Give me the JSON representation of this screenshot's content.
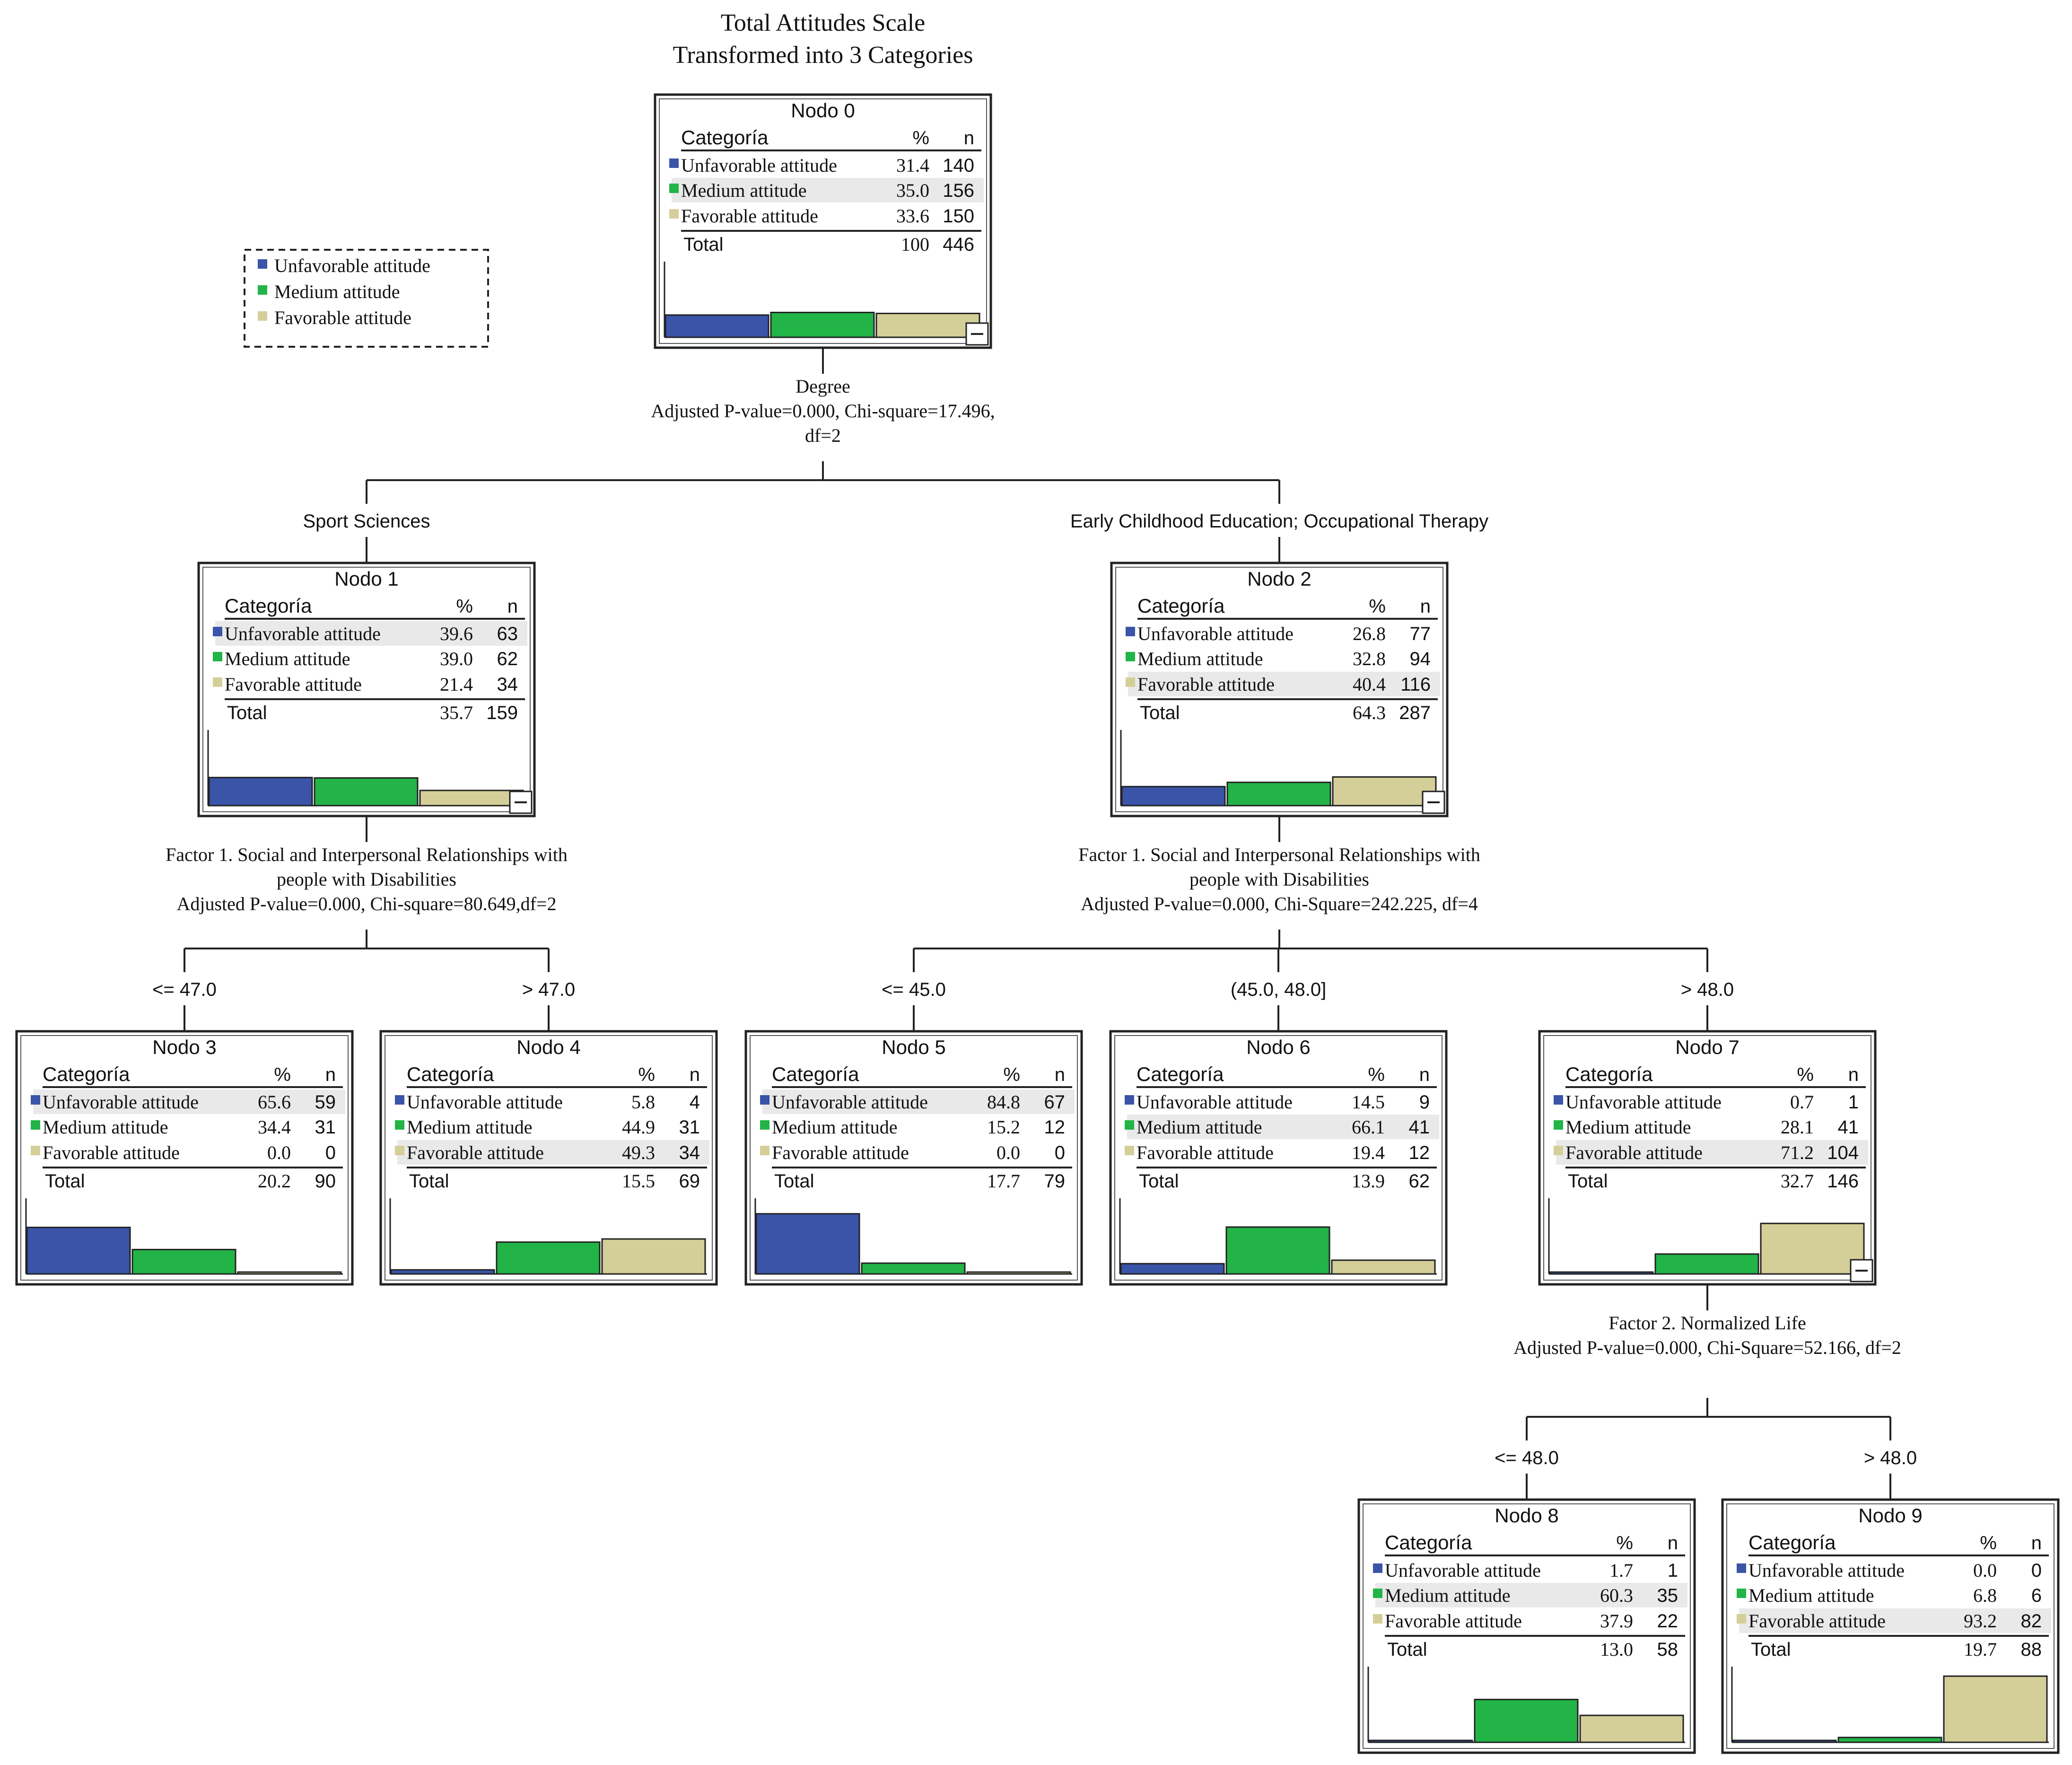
{
  "title": [
    "Total Attitudes Scale",
    "Transformed into 3 Categories"
  ],
  "colors": {
    "unfavorable": "#3a55a8",
    "medium": "#22b446",
    "favorable": "#d4cf98"
  },
  "legend": [
    "Unfavorable attitude",
    "Medium attitude",
    "Favorable attitude"
  ],
  "headers": {
    "category": "Categoría",
    "percent": "%",
    "n": "n",
    "total": "Total"
  },
  "categories": [
    "Unfavorable attitude",
    "Medium attitude",
    "Favorable attitude"
  ],
  "nodes": [
    {
      "id": "0",
      "name": "Nodo 0",
      "pct": [
        "31.4",
        "35.0",
        "33.6"
      ],
      "n": [
        "140",
        "156",
        "150"
      ],
      "total_pct": "100",
      "total_n": "446",
      "collapse_icon": true
    },
    {
      "id": "1",
      "name": "Nodo 1",
      "pct": [
        "39.6",
        "39.0",
        "21.4"
      ],
      "n": [
        "63",
        "62",
        "34"
      ],
      "total_pct": "35.7",
      "total_n": "159",
      "collapse_icon": true
    },
    {
      "id": "2",
      "name": "Nodo 2",
      "pct": [
        "26.8",
        "32.8",
        "40.4"
      ],
      "n": [
        "77",
        "94",
        "116"
      ],
      "total_pct": "64.3",
      "total_n": "287",
      "collapse_icon": true
    },
    {
      "id": "3",
      "name": "Nodo 3",
      "pct": [
        "65.6",
        "34.4",
        "0.0"
      ],
      "n": [
        "59",
        "31",
        "0"
      ],
      "total_pct": "20.2",
      "total_n": "90",
      "collapse_icon": false
    },
    {
      "id": "4",
      "name": "Nodo 4",
      "pct": [
        "5.8",
        "44.9",
        "49.3"
      ],
      "n": [
        "4",
        "31",
        "34"
      ],
      "total_pct": "15.5",
      "total_n": "69",
      "collapse_icon": false
    },
    {
      "id": "5",
      "name": "Nodo 5",
      "pct": [
        "84.8",
        "15.2",
        "0.0"
      ],
      "n": [
        "67",
        "12",
        "0"
      ],
      "total_pct": "17.7",
      "total_n": "79",
      "collapse_icon": false
    },
    {
      "id": "6",
      "name": "Nodo 6",
      "pct": [
        "14.5",
        "66.1",
        "19.4"
      ],
      "n": [
        "9",
        "41",
        "12"
      ],
      "total_pct": "13.9",
      "total_n": "62",
      "collapse_icon": false
    },
    {
      "id": "7",
      "name": "Nodo 7",
      "pct": [
        "0.7",
        "28.1",
        "71.2"
      ],
      "n": [
        "1",
        "41",
        "104"
      ],
      "total_pct": "32.7",
      "total_n": "146",
      "collapse_icon": true
    },
    {
      "id": "8",
      "name": "Nodo 8",
      "pct": [
        "1.7",
        "60.3",
        "37.9"
      ],
      "n": [
        "1",
        "35",
        "22"
      ],
      "total_pct": "13.0",
      "total_n": "58",
      "collapse_icon": false
    },
    {
      "id": "9",
      "name": "Nodo 9",
      "pct": [
        "0.0",
        "6.8",
        "93.2"
      ],
      "n": [
        "0",
        "6",
        "82"
      ],
      "total_pct": "19.7",
      "total_n": "88",
      "collapse_icon": false
    }
  ],
  "splits": [
    {
      "parent": "0",
      "lines": [
        "Degree",
        "Adjusted P-value=0.000, Chi-square=17.496,",
        "df=2"
      ]
    },
    {
      "parent": "1",
      "lines": [
        "Factor 1. Social and Interpersonal Relationships with",
        "people with Disabilities",
        "Adjusted P-value=0.000, Chi-square=80.649,df=2"
      ]
    },
    {
      "parent": "2",
      "lines": [
        "Factor 1. Social and Interpersonal Relationships with",
        "people with Disabilities",
        "Adjusted P-value=0.000, Chi-Square=242.225, df=4"
      ]
    },
    {
      "parent": "7",
      "lines": [
        "Factor 2. Normalized Life",
        "Adjusted P-value=0.000, Chi-Square=52.166, df=2"
      ]
    }
  ],
  "edge_labels": [
    {
      "child": "1",
      "text": "Sport Sciences"
    },
    {
      "child": "2",
      "text": "Early Childhood Education; Occupational Therapy"
    },
    {
      "child": "3",
      "text": "<= 47.0"
    },
    {
      "child": "4",
      "text": "> 47.0"
    },
    {
      "child": "5",
      "text": "<= 45.0"
    },
    {
      "child": "6",
      "text": "(45.0, 48.0]"
    },
    {
      "child": "7",
      "text": "> 48.0"
    },
    {
      "child": "8",
      "text": "<= 48.0"
    },
    {
      "child": "9",
      "text": "> 48.0"
    }
  ]
}
